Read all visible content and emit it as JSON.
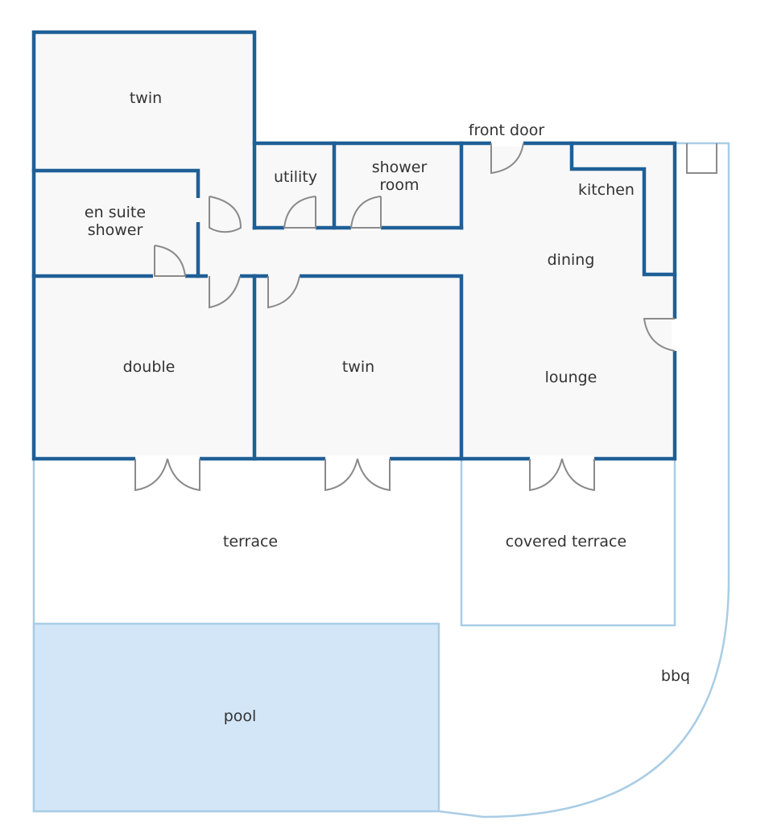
{
  "colors": {
    "wall": "#1f5f96",
    "outdoor_line": "#a9cde6",
    "pool_fill": "#d3e6f8",
    "floor_fill": "#f8f8f8",
    "door": "#8a8a8a",
    "text": "#333333"
  },
  "rooms": {
    "twin_top": "twin",
    "utility": "utility",
    "shower_room_line1": "shower",
    "shower_room_line2": "room",
    "front_door": "front door",
    "kitchen": "kitchen",
    "en_suite_line1": "en suite",
    "en_suite_line2": "shower",
    "dining": "dining",
    "double": "double",
    "twin_bottom": "twin",
    "lounge": "lounge"
  },
  "outdoor": {
    "terrace": "terrace",
    "covered_terrace": "covered terrace",
    "pool": "pool",
    "bbq": "bbq"
  }
}
